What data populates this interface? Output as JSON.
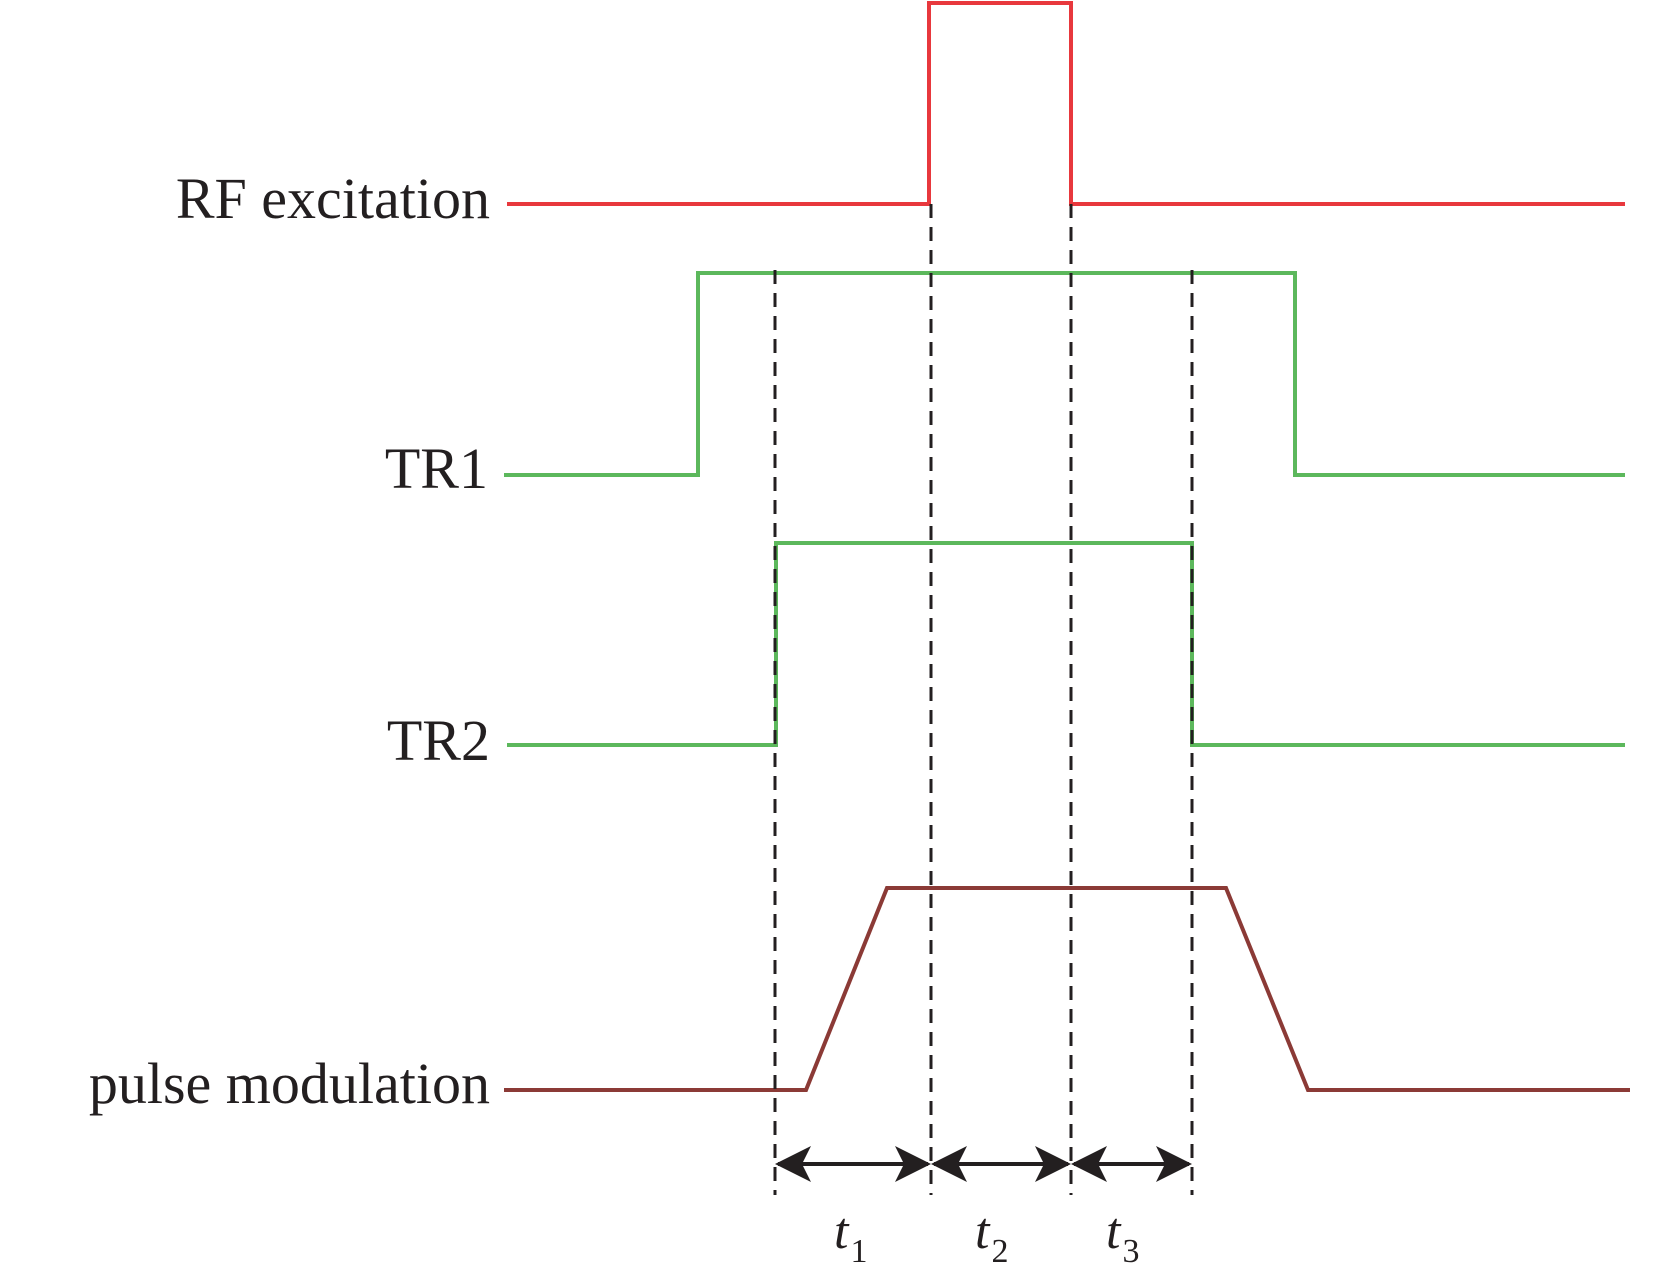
{
  "signals": [
    {
      "id": "rf",
      "label": "RF excitation",
      "color": "#e8383d"
    },
    {
      "id": "tr1",
      "label": "TR1",
      "color": "#5cb85c"
    },
    {
      "id": "tr2",
      "label": "TR2",
      "color": "#5cb85c"
    },
    {
      "id": "pm",
      "label": "pulse modulation",
      "color": "#8b3a36"
    }
  ],
  "intervals": [
    {
      "symbol": "t",
      "subscript": "1"
    },
    {
      "symbol": "t",
      "subscript": "2"
    },
    {
      "symbol": "t",
      "subscript": "3"
    }
  ]
}
